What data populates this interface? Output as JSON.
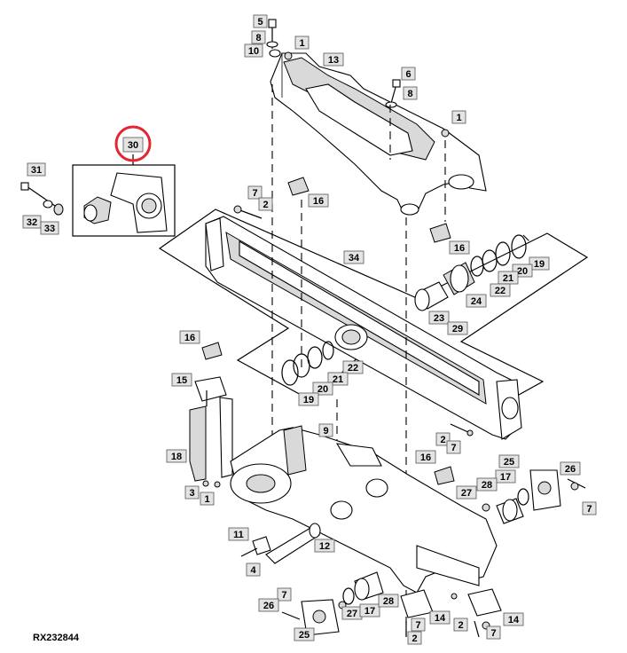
{
  "reference_code": "RX232844",
  "highlighted_callout": "30",
  "highlight_color": "#e3262f",
  "callouts": {
    "c5": "5",
    "c8a": "8",
    "c10": "10",
    "c1a": "1",
    "c13": "13",
    "c6": "6",
    "c8b": "8",
    "c1b": "1",
    "c30": "30",
    "c31": "31",
    "c32": "32",
    "c33": "33",
    "c7a": "7",
    "c2a": "2",
    "c16a": "16",
    "c16b": "16",
    "c19a": "19",
    "c20a": "20",
    "c21a": "21",
    "c22a": "22",
    "c34": "34",
    "c24": "24",
    "c23": "23",
    "c29": "29",
    "c16c": "16",
    "c22b": "22",
    "c21b": "21",
    "c20b": "20",
    "c19b": "19",
    "c15": "15",
    "c18": "18",
    "c3": "3",
    "c1c": "1",
    "c9": "9",
    "c2b": "2",
    "c7b": "7",
    "c16d": "16",
    "c25a": "25",
    "c26a": "26",
    "c17a": "17",
    "c28a": "28",
    "c27a": "27",
    "c7c": "7",
    "c11": "11",
    "c12": "12",
    "c4": "4",
    "c7d": "7",
    "c26b": "26",
    "c27b": "27",
    "c17b": "17",
    "c28b": "28",
    "c25b": "25",
    "c14a": "14",
    "c7e": "7",
    "c2c": "2",
    "c14b": "14",
    "c2d": "2",
    "c7f": "7"
  }
}
